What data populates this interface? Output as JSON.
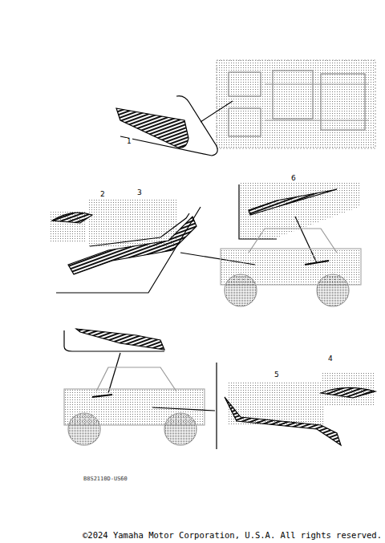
{
  "diagram": {
    "labels": [
      "1",
      "2",
      "3",
      "6",
      "4",
      "5",
      "B8S2110D-US60",
      "©2024 Yamaha Motor Corporation, U.S.A. All rights reserved."
    ]
  }
}
